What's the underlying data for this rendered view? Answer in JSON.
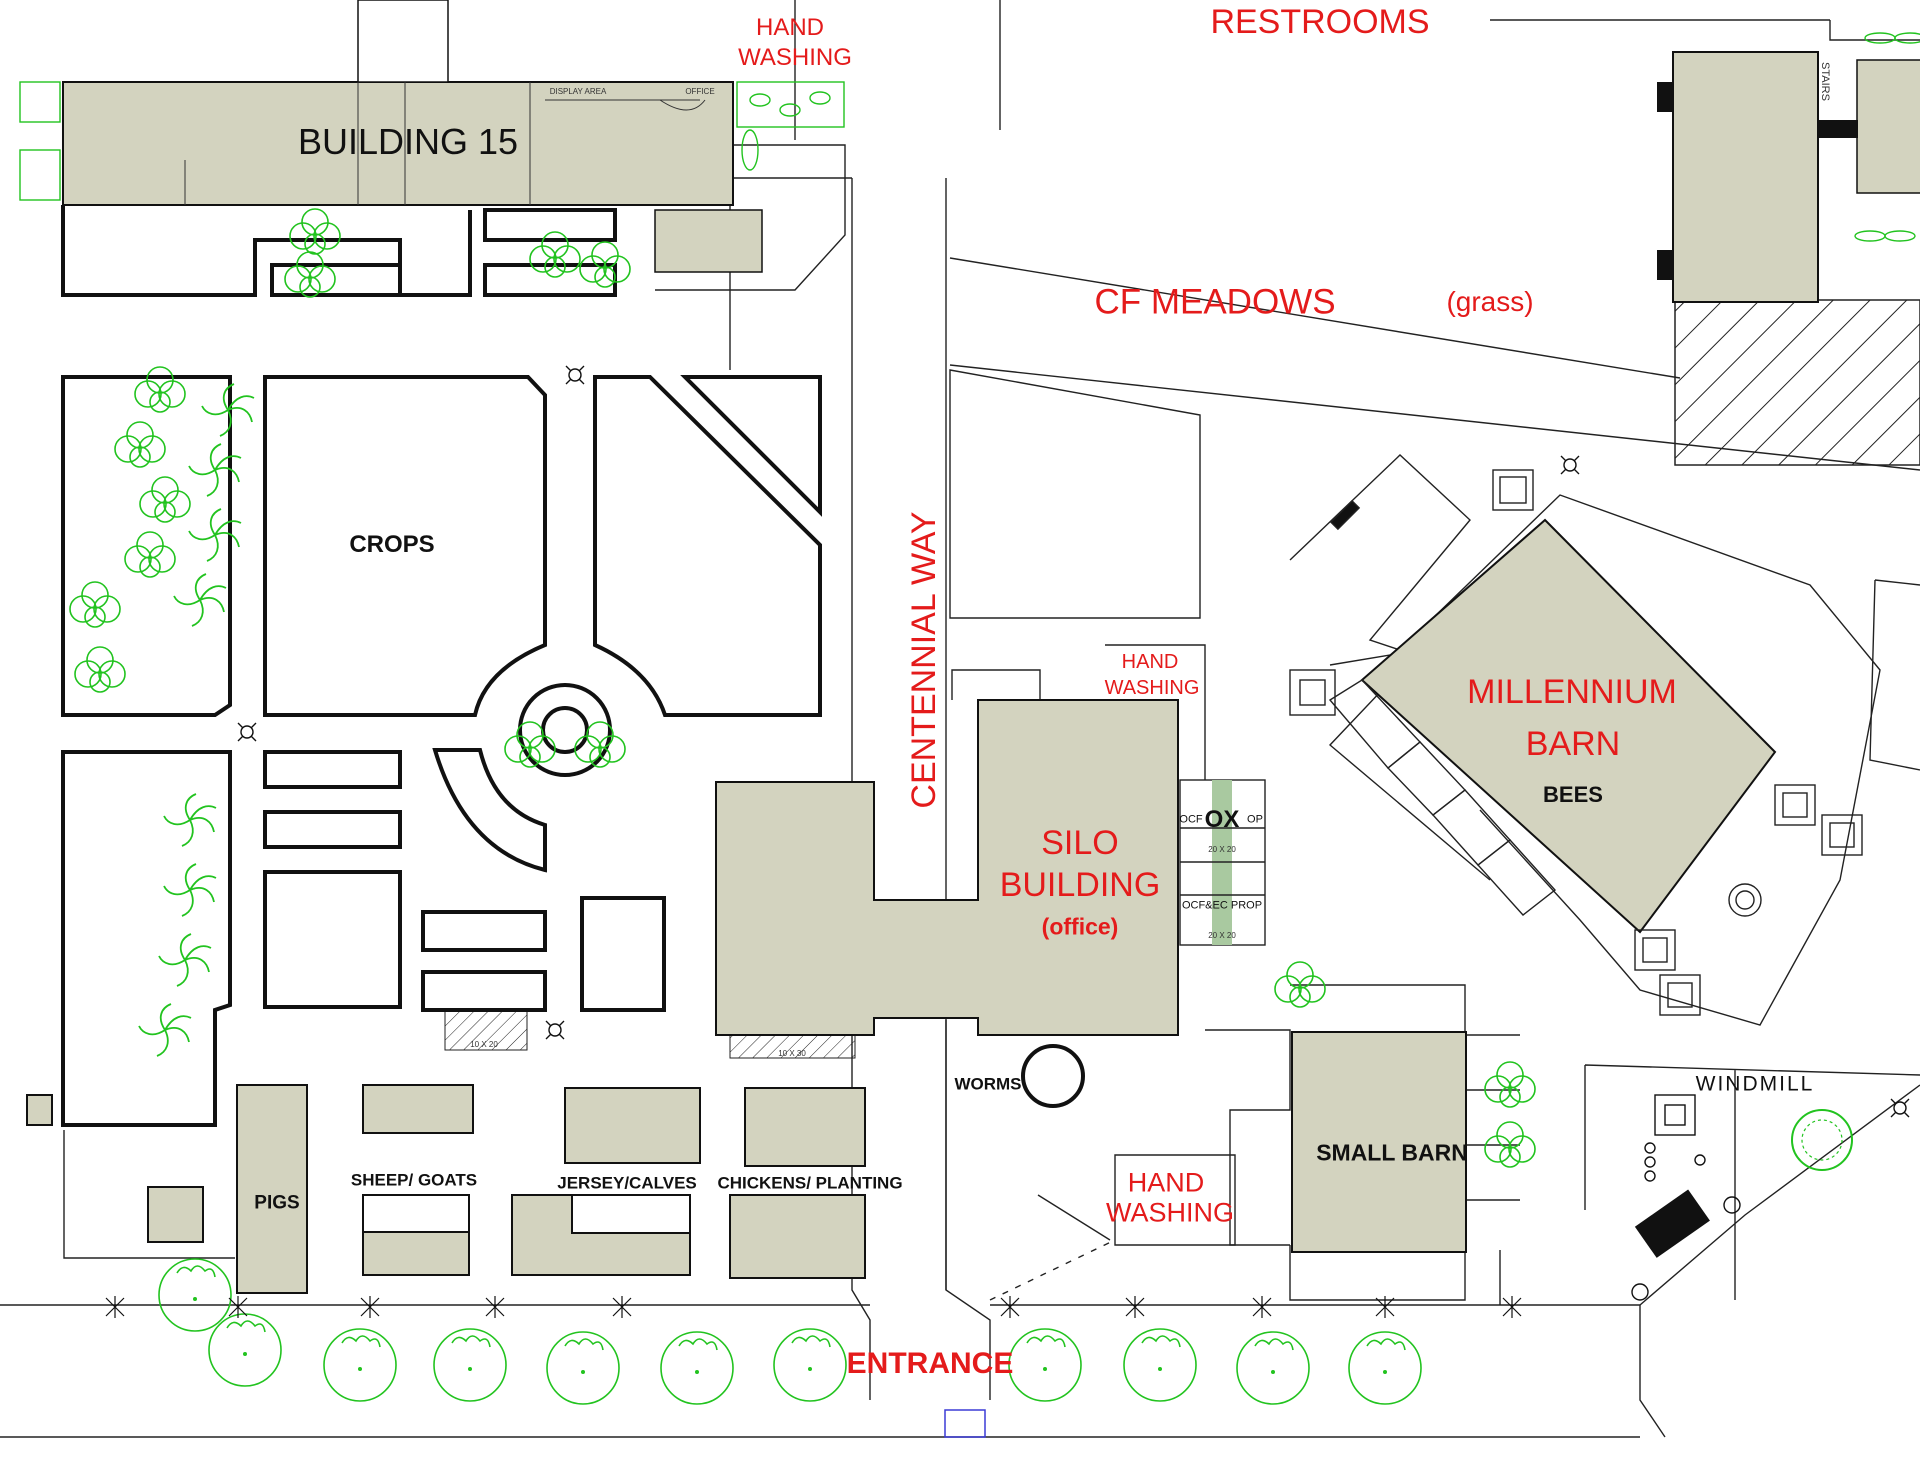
{
  "colors": {
    "building_fill": "#d3d3bf",
    "line": "#111111",
    "label_red": "#e41b1b",
    "tree_green": "#22c31f",
    "window_blue": "#3b3bd6"
  },
  "labels": {
    "restrooms": "RESTROOMS",
    "hand_washing_top": [
      "HAND",
      "WASHING"
    ],
    "building15": "BUILDING 15",
    "b15_display": "DISPLAY AREA",
    "b15_office": "OFFICE",
    "cf_meadows": "CF MEADOWS",
    "grass": "(grass)",
    "crops": "CROPS",
    "centennial_way": "CENTENNIAL WAY",
    "hand_washing_mid": [
      "HAND",
      "WASHING"
    ],
    "millennium_barn": [
      "MILLENNIUM",
      "BARN"
    ],
    "bees": "BEES",
    "silo_building": [
      "SILO",
      "BUILDING"
    ],
    "office": "(office)",
    "ox": "OX",
    "ocf_left": "OCF",
    "op_right": "OP",
    "size_20x20_a": "20 X 20",
    "ocf_ec_prop": "OCF&EC PROP",
    "size_20x20_b": "20 X 20",
    "size_10x20": "10 X 20",
    "size_10x30": "10 X 30",
    "worms": "WORMS",
    "windmill": "WINDMILL",
    "hand_washing_low": [
      "HAND",
      "WASHING"
    ],
    "small_barn": "SMALL BARN",
    "pigs": "PIGS",
    "sheep_goats": "SHEEP/ GOATS",
    "jersey_calves": "JERSEY/CALVES",
    "chickens_planting": "CHICKENS/ PLANTING",
    "entrance": "ENTRANCE",
    "stairs": "STAIRS"
  }
}
